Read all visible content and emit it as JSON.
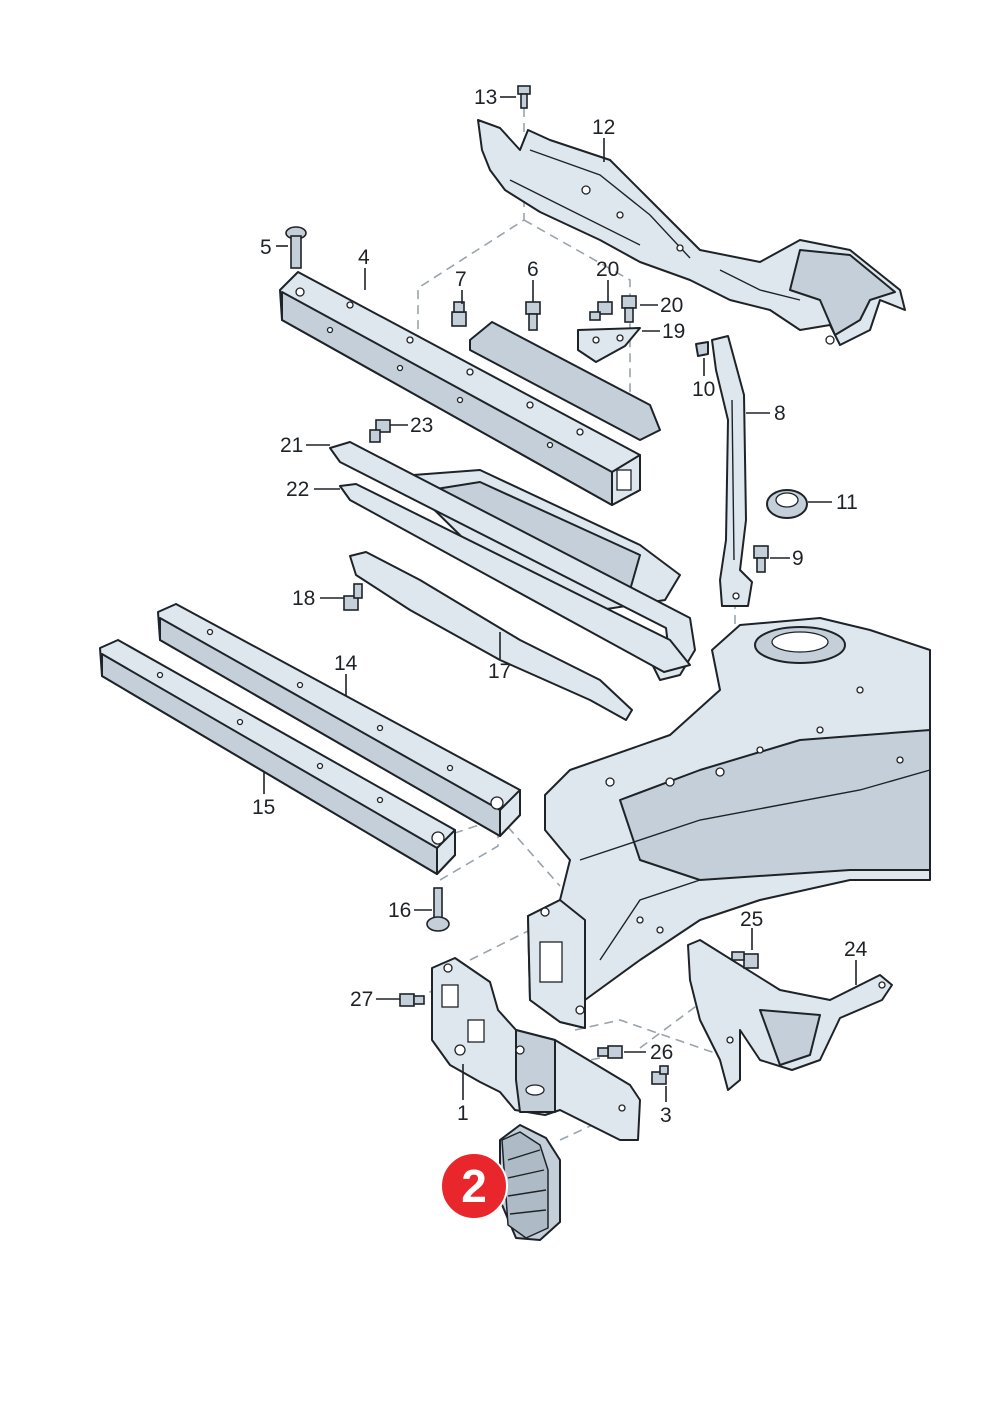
{
  "callouts": {
    "c1": "1",
    "c3": "3",
    "c4": "4",
    "c5": "5",
    "c6": "6",
    "c7": "7",
    "c8": "8",
    "c9": "9",
    "c10": "10",
    "c11": "11",
    "c12": "12",
    "c13": "13",
    "c14": "14",
    "c15": "15",
    "c16": "16",
    "c17": "17",
    "c18": "18",
    "c19": "19",
    "c20a": "20",
    "c20b": "20",
    "c21": "21",
    "c22": "22",
    "c23": "23",
    "c24": "24",
    "c25": "25",
    "c26": "26",
    "c27": "27"
  },
  "highlight": {
    "label": "2",
    "color": "#e8262b"
  },
  "colors": {
    "part_fill": "#dfe7ee",
    "outline": "#1e2328",
    "dash_line": "#9aa4ad"
  }
}
